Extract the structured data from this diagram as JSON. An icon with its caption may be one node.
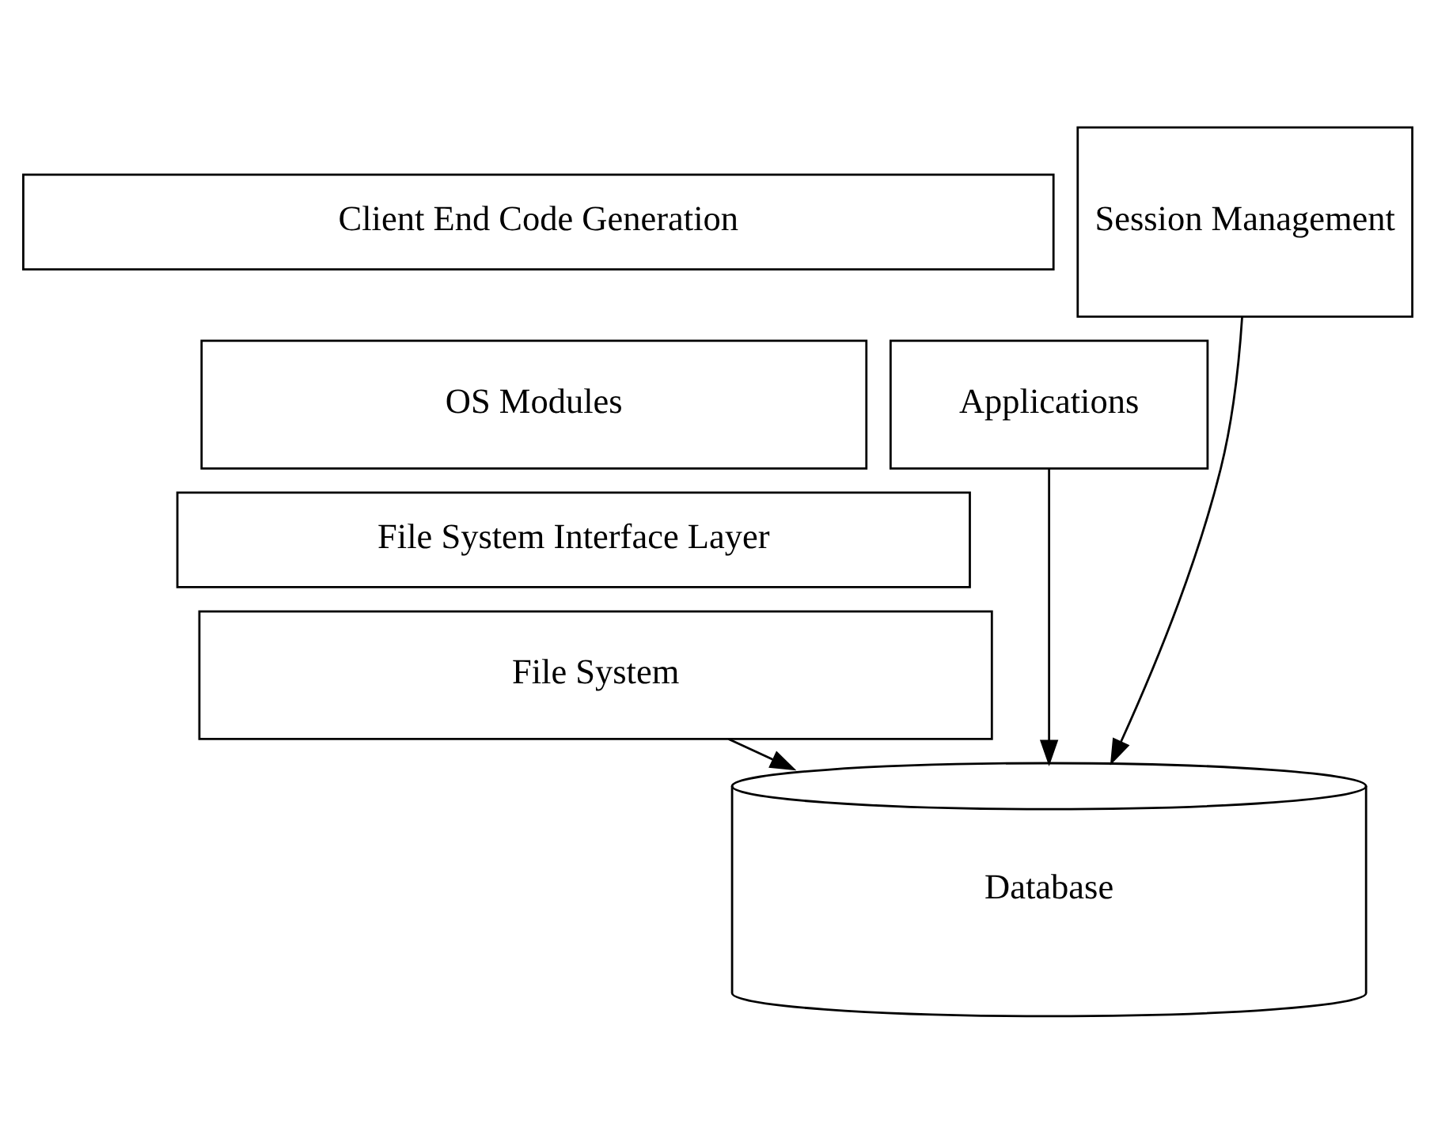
{
  "diagram": {
    "nodes": [
      {
        "text": [
          "Client End Code Generation"
        ]
      },
      {
        "text": [
          "Session Management"
        ]
      },
      {
        "text": [
          "OS Modules"
        ]
      },
      {
        "text": [
          "Applications"
        ]
      },
      {
        "text": [
          "File System Interface Layer"
        ]
      },
      {
        "text": [
          "File System"
        ]
      },
      {
        "text": [
          "Database"
        ]
      }
    ],
    "edges": [
      {
        "from": 5,
        "to": 6,
        "arrow": "to"
      },
      {
        "from": 3,
        "to": 6,
        "arrow": "to"
      },
      {
        "from": 1,
        "to": 6,
        "arrow": "to"
      }
    ]
  }
}
